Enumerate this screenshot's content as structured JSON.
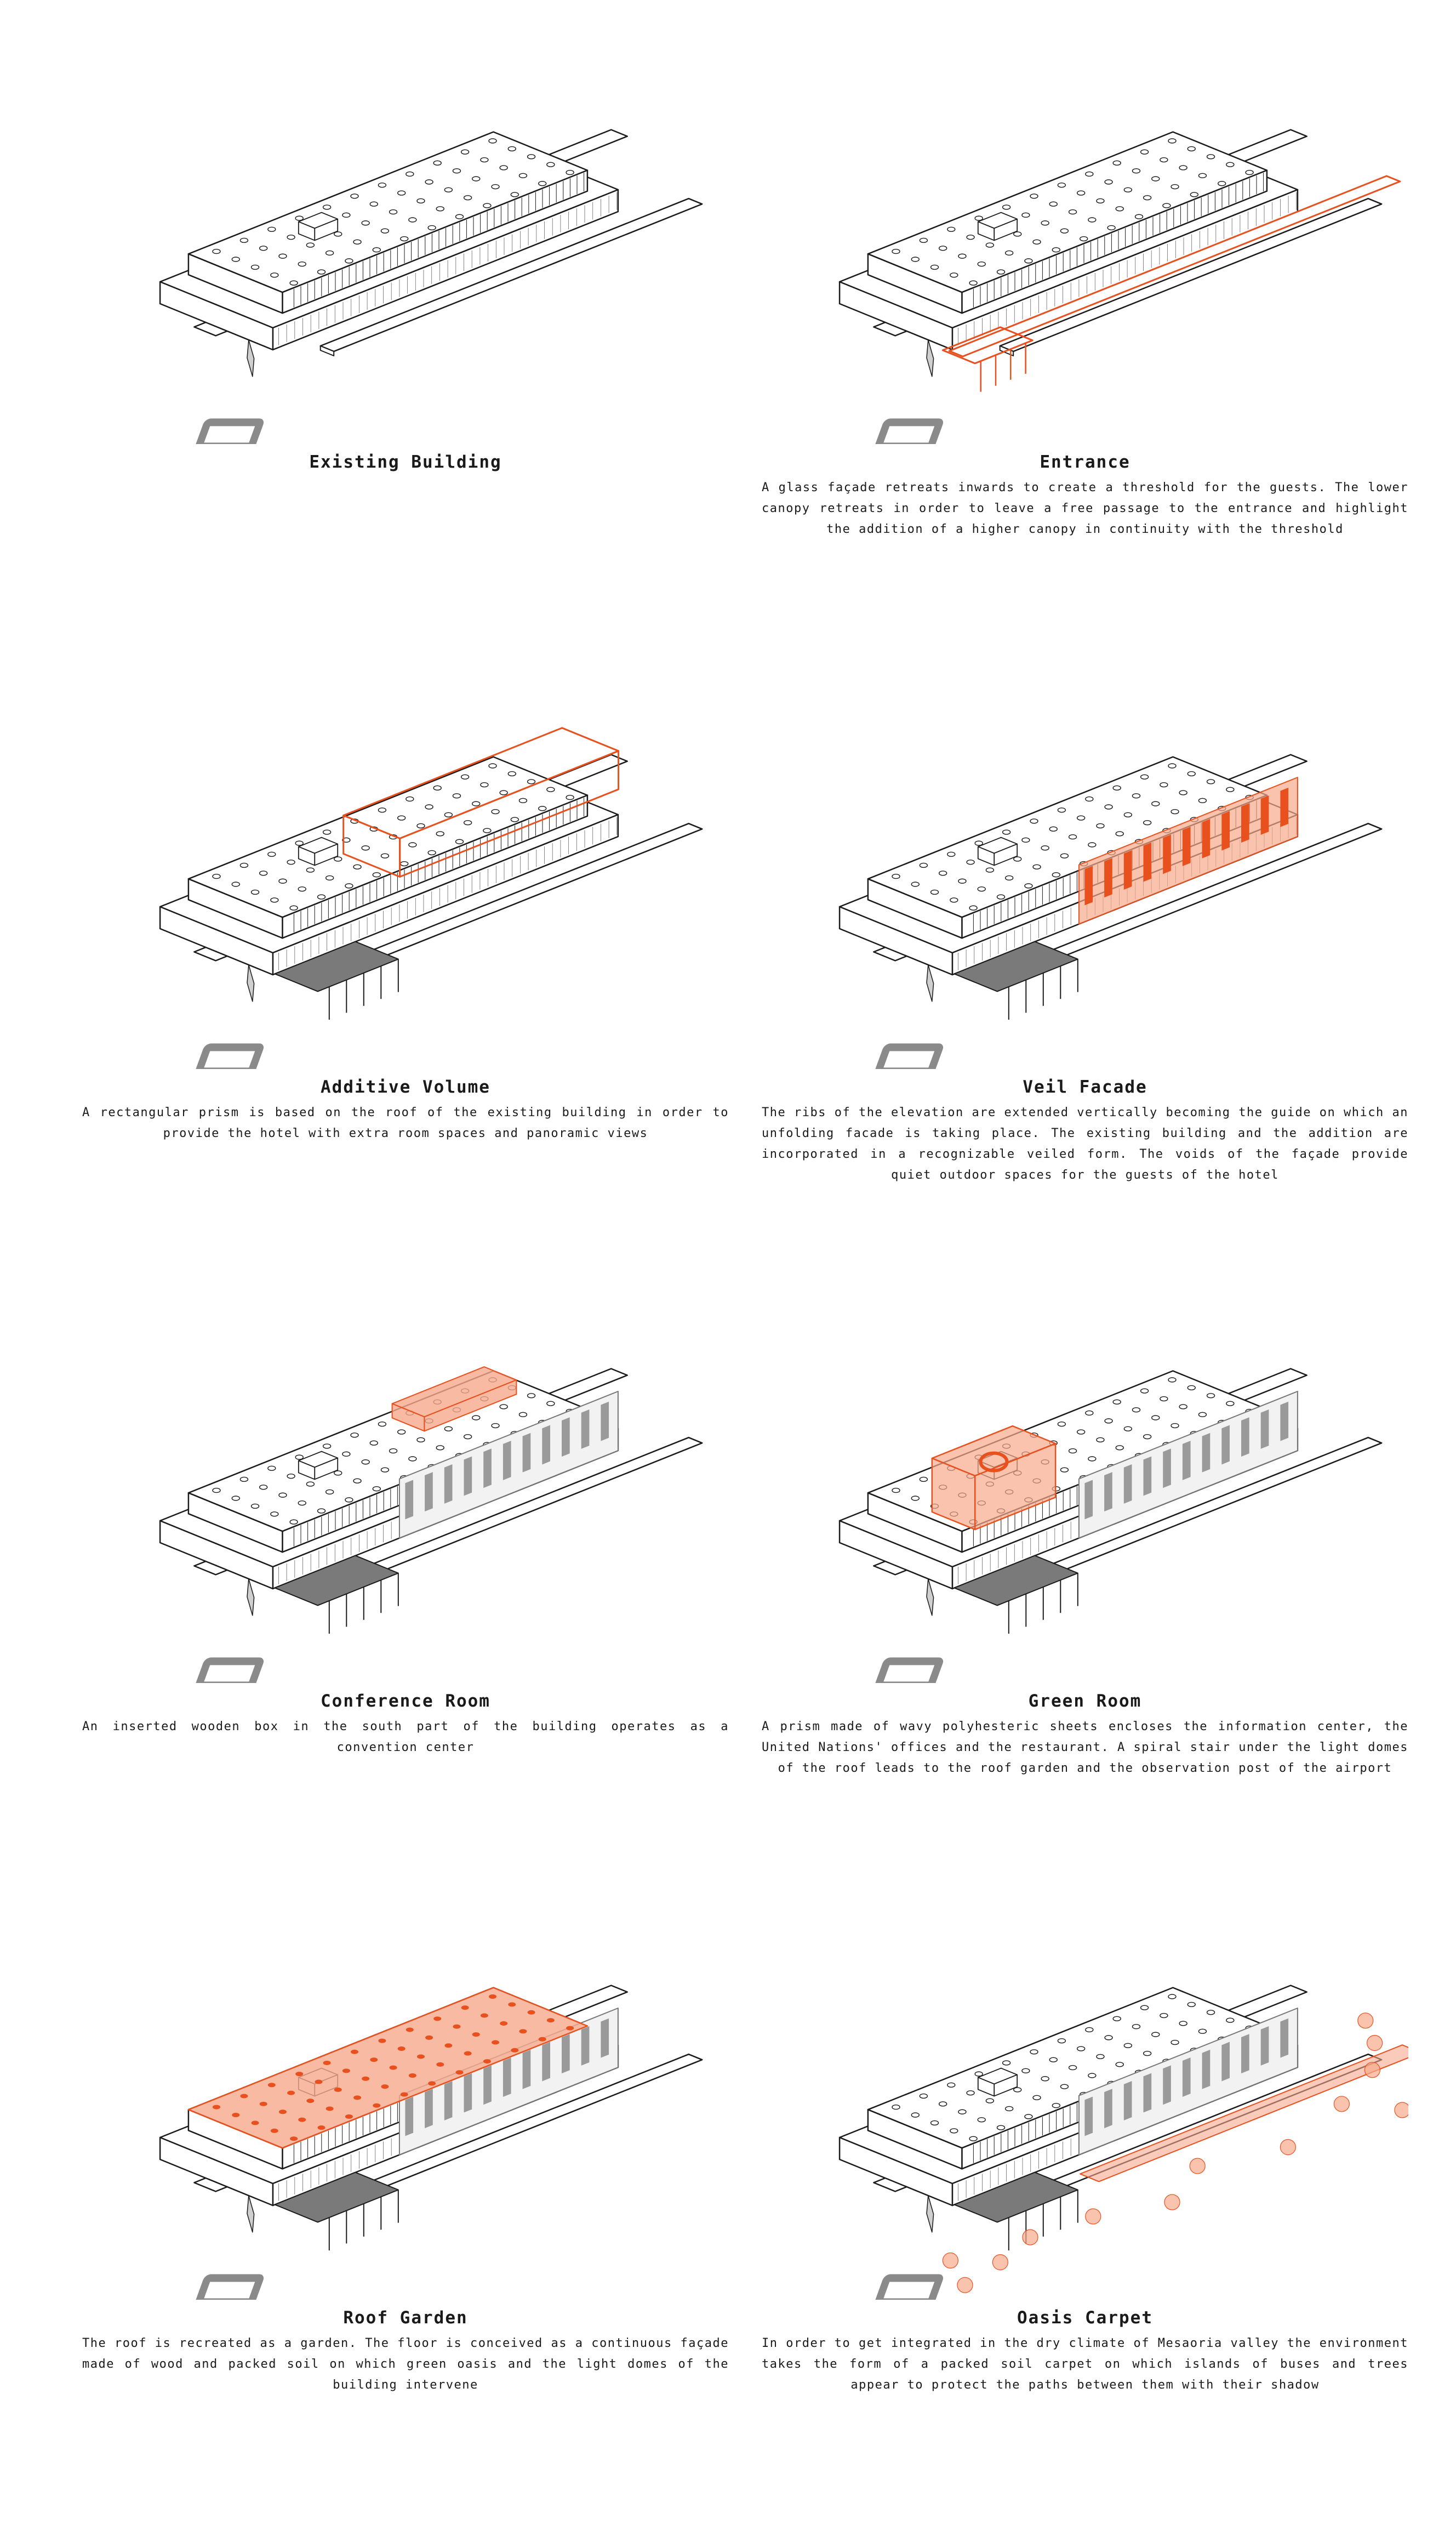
{
  "panels": [
    {
      "title": "Existing Building",
      "desc": ""
    },
    {
      "title": "Entrance",
      "desc": "A glass façade retreats inwards to create a threshold for the guests. The lower canopy retreats in order to leave a free passage to the entrance and highlight the addition of a higher canopy in continuity with the threshold"
    },
    {
      "title": "Additive Volume",
      "desc": "A rectangular prism is based on the roof of the existing building in order to provide the hotel with extra room spaces and panoramic views"
    },
    {
      "title": "Veil Facade",
      "desc": "The ribs of the elevation are extended vertically becoming the guide on which an unfolding facade is taking place. The existing building and the addition are incorporated in a recognizable veiled form. The voids of the façade provide quiet outdoor spaces for the guests of the hotel"
    },
    {
      "title": "Conference Room",
      "desc": "An inserted wooden box in the south part of the building operates as a convention center"
    },
    {
      "title": "Green Room",
      "desc": "A prism made of wavy polyhesteric sheets encloses the information center, the United Nations' offices and the restaurant. A spiral stair under the light domes  of the roof leads to the roof garden and the observation post of the airport"
    },
    {
      "title": "Roof Garden",
      "desc": "The roof is recreated as a garden. The floor is conceived as a continuous façade made of wood and packed soil on which green oasis and the light domes of the building intervene"
    },
    {
      "title": "Oasis Carpet",
      "desc": "In order to get integrated in the dry climate of Mesaoria valley the environment takes the form of a packed soil carpet on which islands of buses and trees appear to protect the paths between them with their shadow"
    }
  ],
  "colors": {
    "accent": "#e8501e",
    "accent_fill": "#f6a98c",
    "line": "#1a1a1a",
    "grey": "#8a8a8a"
  }
}
